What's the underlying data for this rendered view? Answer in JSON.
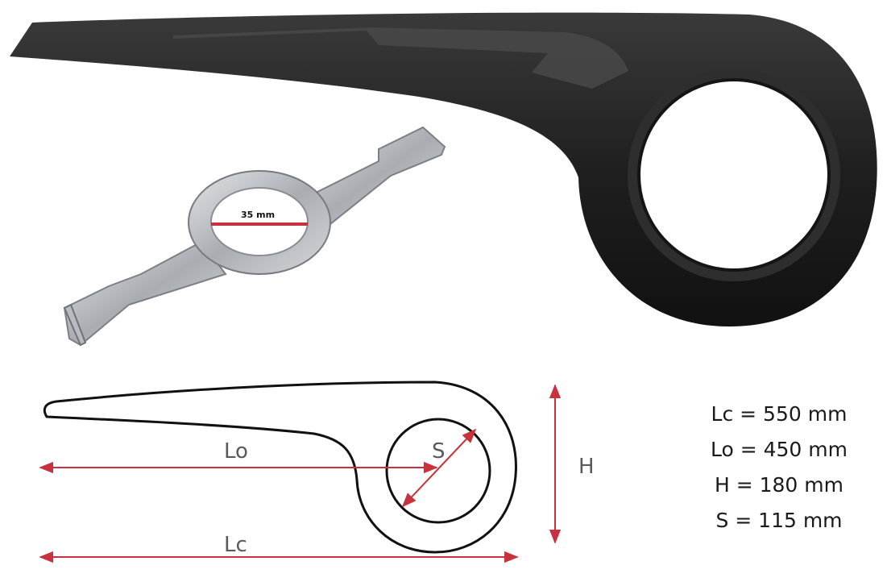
{
  "bracket": {
    "diameter_label": "35 mm"
  },
  "drawing": {
    "labels": {
      "lo": "Lo",
      "lc": "Lc",
      "s": "S",
      "h": "H"
    },
    "line_color": "#c8323c"
  },
  "specs": [
    "Lc = 550 mm",
    "Lo = 450 mm",
    "H = 180 mm",
    "S = 115 mm"
  ]
}
